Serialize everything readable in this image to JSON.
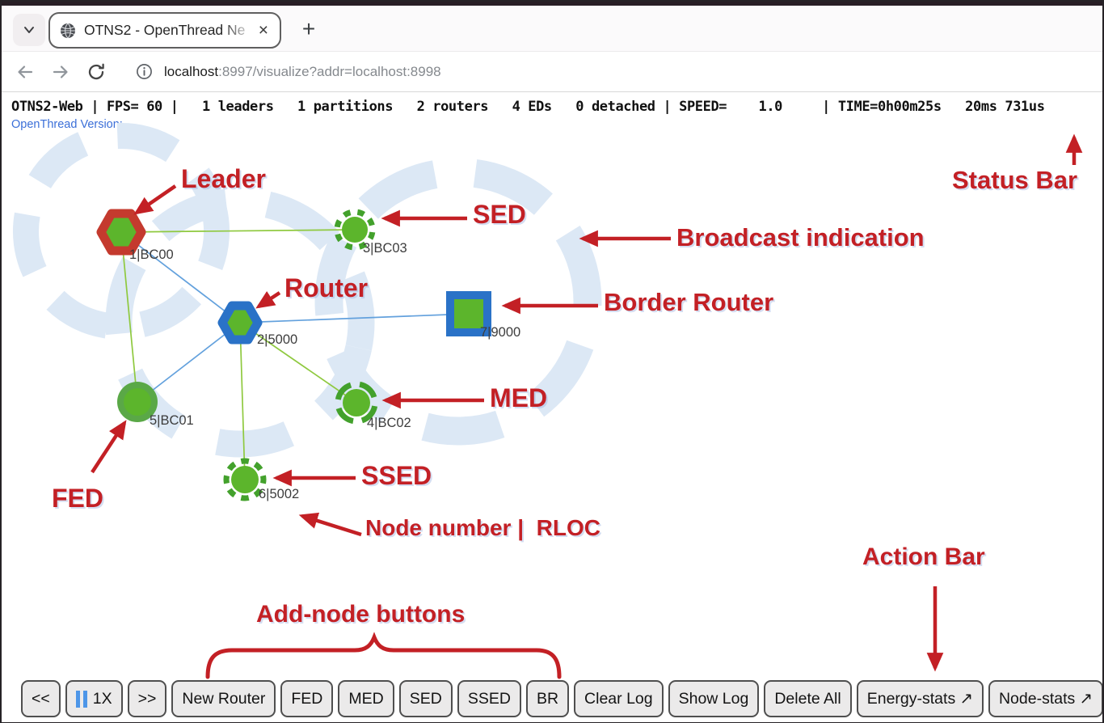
{
  "browser": {
    "tab": {
      "title": "OTNS2 - OpenThread Ne",
      "close": "×"
    },
    "new_tab": "+",
    "url": {
      "host": "localhost",
      "rest": ":8997/visualize?addr=localhost:8998"
    }
  },
  "status_bar": {
    "line": "OTNS2-Web | FPS= 60 |   1 leaders   1 partitions   2 routers   4 EDs   0 detached | SPEED=    1.0     | TIME=0h00m25s   20ms 731us",
    "version_line": "OpenThread Version: -"
  },
  "network": {
    "nodes": [
      {
        "num": 1,
        "label": "1|BC00",
        "role": "Leader"
      },
      {
        "num": 2,
        "label": "2|5000",
        "role": "Router"
      },
      {
        "num": 3,
        "label": "3|BC03",
        "role": "SED"
      },
      {
        "num": 4,
        "label": "4|BC02",
        "role": "MED"
      },
      {
        "num": 5,
        "label": "5|BC01",
        "role": "FED"
      },
      {
        "num": 6,
        "label": "6|5002",
        "role": "SSED"
      },
      {
        "num": 7,
        "label": "7|9000",
        "role": "Border Router"
      }
    ],
    "edges": [
      {
        "from": 1,
        "to": 3
      },
      {
        "from": 1,
        "to": 2
      },
      {
        "from": 1,
        "to": 5
      },
      {
        "from": 2,
        "to": 7
      },
      {
        "from": 2,
        "to": 5
      },
      {
        "from": 2,
        "to": 4
      },
      {
        "from": 2,
        "to": 6
      }
    ]
  },
  "annotations": {
    "leader": "Leader",
    "status_bar": "Status Bar",
    "sed": "SED",
    "broadcast": "Broadcast indication",
    "router": "Router",
    "border_router": "Border Router",
    "med": "MED",
    "fed": "FED",
    "ssed": "SSED",
    "node_number": "Node number |  RLOC",
    "action_bar": "Action Bar",
    "add_node": "Add-node buttons"
  },
  "action_bar": {
    "buttons": [
      {
        "label": "<<"
      },
      {
        "label": "1X"
      },
      {
        "label": ">>"
      },
      {
        "label": "New Router"
      },
      {
        "label": "FED"
      },
      {
        "label": "MED"
      },
      {
        "label": "SED"
      },
      {
        "label": "SSED"
      },
      {
        "label": "BR"
      },
      {
        "label": "Clear Log"
      },
      {
        "label": "Show Log"
      },
      {
        "label": "Delete All"
      },
      {
        "label": "Energy-stats ↗"
      },
      {
        "label": "Node-stats ↗"
      }
    ]
  },
  "colors": {
    "node_green": "#5cb52c",
    "leader_red": "#c43a2e",
    "router_blue": "#2a72c7",
    "fed_ring_green": "#5aa847",
    "dash_ring_green": "#43a12c",
    "link_green": "#8fc93f",
    "link_blue": "#63a1dd",
    "broadcast_blue": "#dce8f5",
    "annotation_red": "#c32025",
    "version_blue": "#3b6fd8",
    "pause_blue": "#4d96e8"
  }
}
